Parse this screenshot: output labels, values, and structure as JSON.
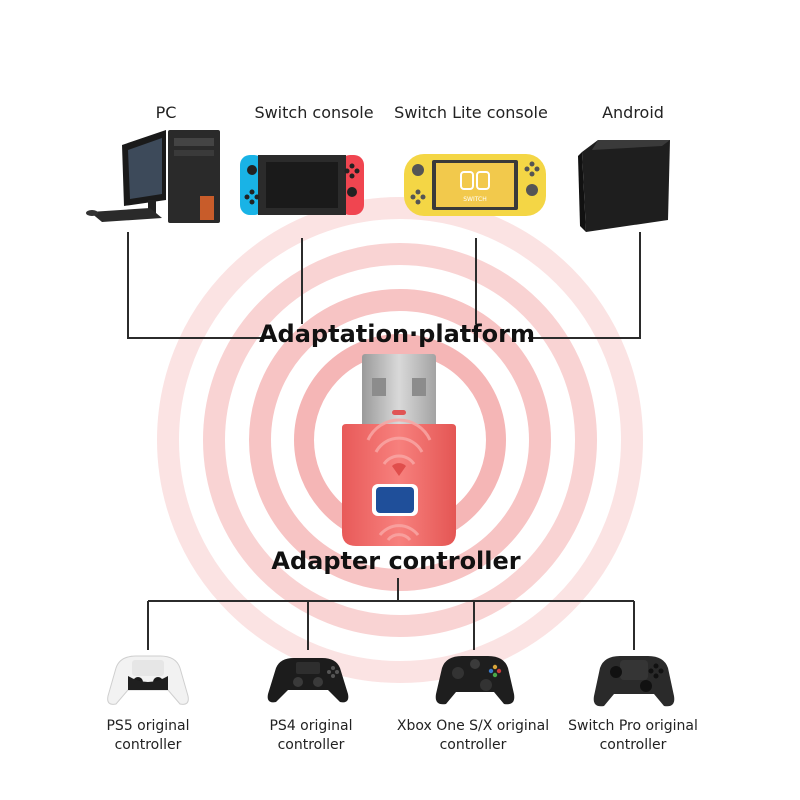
{
  "devices": [
    {
      "id": "pc",
      "label": "PC"
    },
    {
      "id": "switch",
      "label": "Switch console"
    },
    {
      "id": "switch-lite",
      "label": "Switch Lite console",
      "screen_logo": "SWITCH"
    },
    {
      "id": "android",
      "label": "Android"
    }
  ],
  "platform_label": "Adaptation·platform",
  "adapter_label": "Adapter controller",
  "controllers": [
    {
      "id": "ps5",
      "line1": "PS5 original",
      "line2": "controller"
    },
    {
      "id": "ps4",
      "line1": "PS4 original",
      "line2": "controller"
    },
    {
      "id": "xbox",
      "line1": "Xbox One S/X original",
      "line2": "controller"
    },
    {
      "id": "switch-pro",
      "line1": "Switch Pro original",
      "line2": "controller"
    }
  ],
  "colors": {
    "adapter_body": "#f06a68",
    "adapter_button": "#1f4f9a",
    "lines": "#2b2b2b",
    "glow": "#f7b5b5",
    "switch_left_joycon": "#19b3e6",
    "switch_right_joycon": "#f04550",
    "switch_lite_body": "#f4d645"
  }
}
